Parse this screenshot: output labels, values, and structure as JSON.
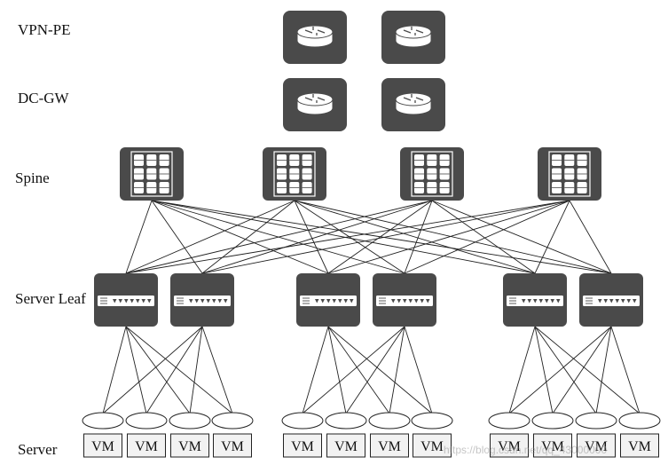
{
  "tiers": {
    "vpn_pe": "VPN-PE",
    "dc_gw": "DC-GW",
    "spine": "Spine",
    "server_leaf": "Server Leaf",
    "server": "Server"
  },
  "vm_label": "VM",
  "watermark": "https://blog.csdn.net/qq_43000000",
  "colors": {
    "device": "#4a4a4a",
    "line": "#222222",
    "vm_fill": "#f2f2f2"
  },
  "icons": {
    "router": "router-icon",
    "spine": "spine-switch-icon",
    "leaf": "leaf-switch-icon"
  }
}
